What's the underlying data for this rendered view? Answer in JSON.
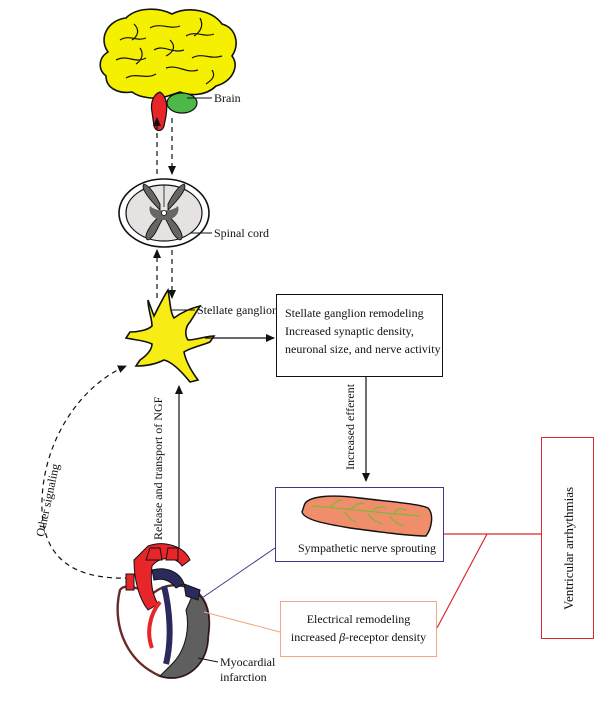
{
  "labels": {
    "brain": "Brain",
    "spinal_cord": "Spinal cord",
    "stellate_ganglion": "Stellate ganglion",
    "myocardial_infarction_line1": "Myocardial",
    "myocardial_infarction_line2": "infarction",
    "release_transport": "Release and transport of NGF",
    "other_signaling": "Other signaling",
    "increased_efferent": "Increased efferent"
  },
  "boxes": {
    "remodeling": {
      "line1": "Stellate ganglion remodeling",
      "line2": "Increased synaptic density,",
      "line3": "neuronal size, and nerve activity"
    },
    "sprouting": "Sympathetic nerve sprouting",
    "electrical": {
      "line1": "Electrical remodeling",
      "line2_prefix": "increased ",
      "line2_symbol": "β",
      "line2_suffix": "-receptor density"
    },
    "arrhythmias": "Ventricular arrhythmias"
  },
  "colors": {
    "brain_fill": "#f5ef00",
    "cerebellum": "#4cb848",
    "brainstem": "#e8262a",
    "ganglion": "#f7ec13",
    "heart_red": "#e8262a",
    "heart_navy": "#2a2a5c",
    "heart_gray": "#5f5f5f",
    "box_blue_border": "#3a3a8c",
    "box_orange_border": "#f0a884",
    "box_red_border": "#d9282e",
    "muscle_fill": "#f08d6a"
  },
  "icons": [
    "brain-icon",
    "spinal-cord-icon",
    "stellate-ganglion-icon",
    "heart-icon",
    "nerve-sprouting-icon"
  ]
}
